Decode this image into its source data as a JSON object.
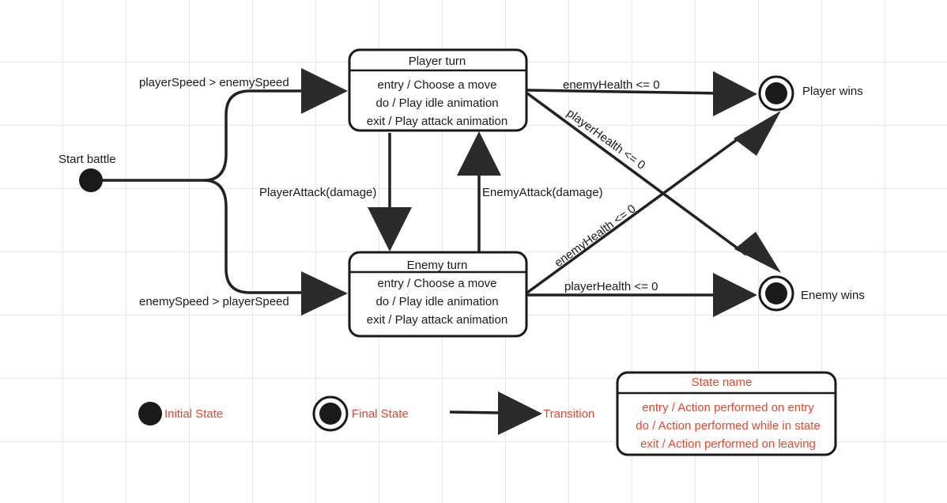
{
  "start_label": "Start battle",
  "states": {
    "player": {
      "name": "Player turn",
      "entry": "entry / Choose a move",
      "do": "do / Play idle animation",
      "exit": "exit / Play attack animation"
    },
    "enemy": {
      "name": "Enemy turn",
      "entry": "entry / Choose a move",
      "do": "do / Play idle animation",
      "exit": "exit / Play attack animation"
    }
  },
  "finals": {
    "player_wins": "Player wins",
    "enemy_wins": "Enemy wins"
  },
  "transitions": {
    "player_first": "playerSpeed > enemySpeed",
    "enemy_first": "enemySpeed > playerSpeed",
    "player_attack": "PlayerAttack(damage)",
    "enemy_attack": "EnemyAttack(damage)",
    "player_to_player_wins": "enemyHealth <= 0",
    "player_to_enemy_wins": "playerHealth <= 0",
    "enemy_to_player_wins": "enemyHealth <= 0",
    "enemy_to_enemy_wins": "playerHealth <= 0"
  },
  "legend": {
    "initial": "Initial State",
    "final": "Final State",
    "transition": "Transition",
    "state_name": "State name",
    "entry": "entry / Action performed on entry",
    "do": "do / Action performed while in state",
    "exit": "exit / Action performed on leaving"
  },
  "colors": {
    "legend_text": "#e8462a",
    "stroke": "#1a1a1a"
  }
}
